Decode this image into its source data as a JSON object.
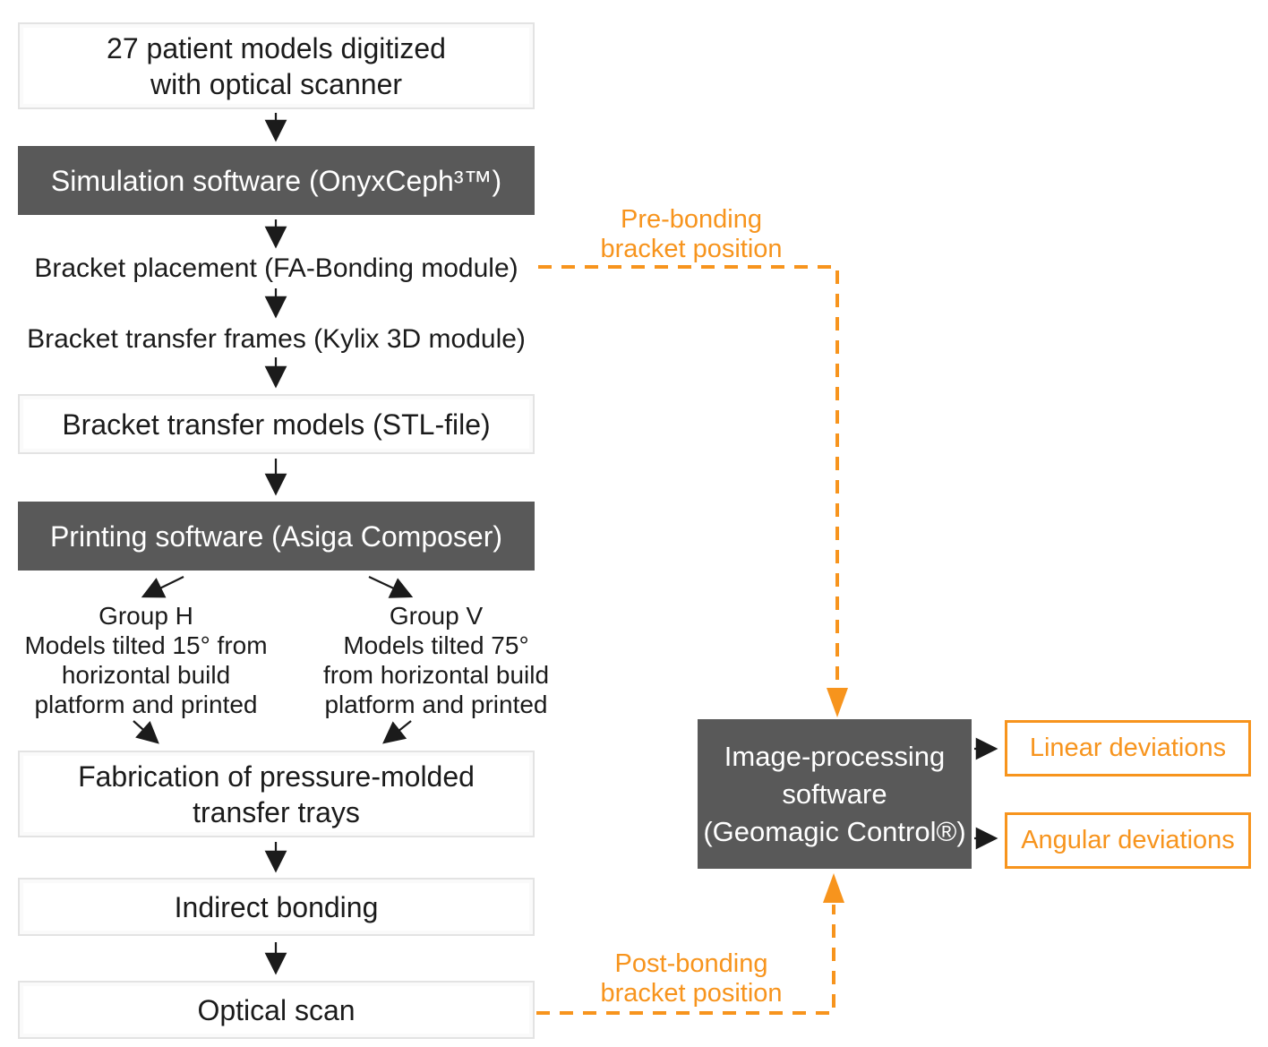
{
  "diagram": {
    "left_column": {
      "digitize_box": {
        "lines": [
          "27 patient models digitized",
          "with optical scanner"
        ]
      },
      "simulation_box": {
        "label": "Simulation software (OnyxCeph³™)"
      },
      "bracket_placement_step": {
        "label": "Bracket placement (FA-Bonding module)"
      },
      "bracket_frames_step": {
        "label": "Bracket transfer frames (Kylix 3D module)"
      },
      "stl_box": {
        "label": "Bracket transfer models (STL-file)"
      },
      "printing_box": {
        "label": "Printing software (Asiga Composer)"
      },
      "group_h": {
        "lines": [
          "Group H",
          "Models tilted 15° from",
          "horizontal build",
          "platform and printed"
        ]
      },
      "group_v": {
        "lines": [
          "Group V",
          "Models tilted 75°",
          "from horizontal build",
          "platform and printed"
        ]
      },
      "fabrication_box": {
        "lines": [
          "Fabrication of pressure-molded",
          "transfer trays"
        ]
      },
      "indirect_bonding_box": {
        "label": "Indirect bonding"
      },
      "optical_scan_box": {
        "label": "Optical scan"
      }
    },
    "right_column": {
      "pre_bonding_label": {
        "lines": [
          "Pre-bonding",
          "bracket position"
        ]
      },
      "image_processing_box": {
        "lines": [
          "Image-processing",
          "software",
          "(Geomagic Control®)"
        ]
      },
      "linear_deviations_box": {
        "label": "Linear deviations"
      },
      "angular_deviations_box": {
        "label": "Angular deviations"
      },
      "post_bonding_label": {
        "lines": [
          "Post-bonding",
          "bracket position"
        ]
      }
    },
    "colors": {
      "accent_orange": "#F7941D",
      "dark_box_gray": "#595959",
      "light_box_border": "#E3E3E3",
      "text_black": "#1B1B1B"
    }
  }
}
